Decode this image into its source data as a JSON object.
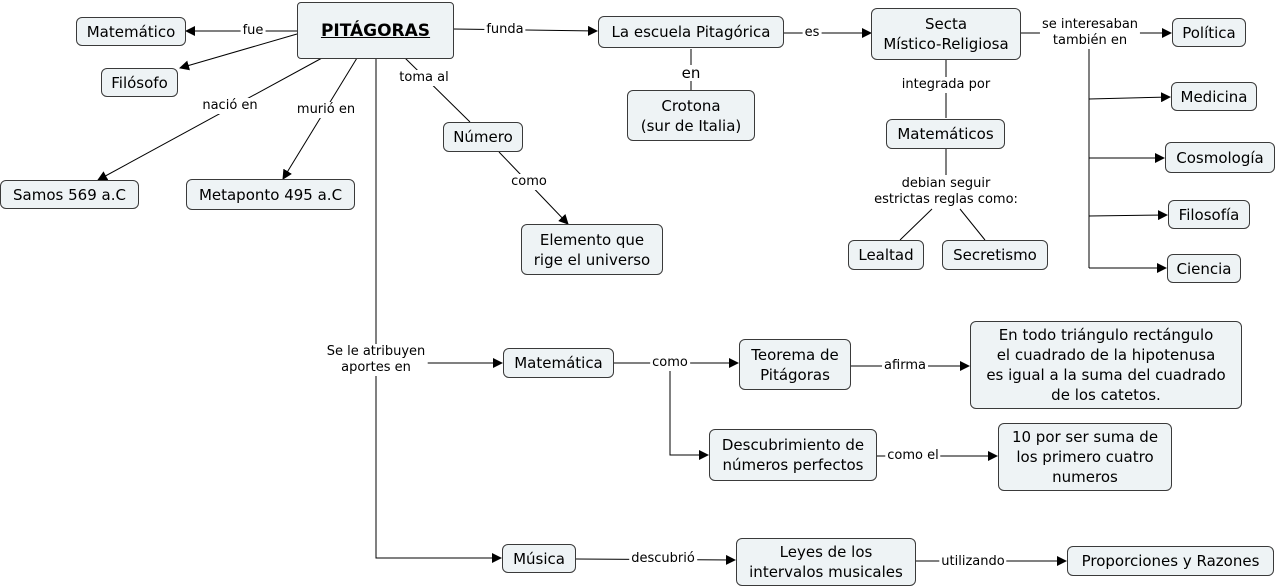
{
  "nodes": {
    "pitagoras": "PITÁGORAS",
    "matematico": "Matemático",
    "filosofo": "Filósofo",
    "samos": "Samos 569 a.C",
    "metaponto": "Metaponto 495 a.C",
    "escuela": "La escuela Pitagórica",
    "crotona": "Crotona\n(sur de Italia)",
    "secta": "Secta\nMístico-Religiosa",
    "politica": "Política",
    "medicina": "Medicina",
    "cosmologia": "Cosmología",
    "filosofia": "Filosofía",
    "ciencia": "Ciencia",
    "matematicos": "Matemáticos",
    "lealtad": "Lealtad",
    "secretismo": "Secretismo",
    "numero": "Número",
    "elemento": "Elemento que\nrige el universo",
    "matematica": "Matemática",
    "teorema": "Teorema de\nPitágoras",
    "afirmacion": "En todo triángulo rectángulo\nel cuadrado de la hipotenusa\nes igual a la suma del cuadrado\nde los catetos.",
    "descubrimiento": "Descubrimiento de\nnúmeros perfectos",
    "diez": "10 por ser suma de\nlos primero cuatro\nnumeros",
    "musica": "Música",
    "leyes": "Leyes de los\nintervalos musicales",
    "proporciones": "Proporciones y Razones"
  },
  "links": {
    "fue": "fue",
    "funda": "funda",
    "nacio_en": "nació en",
    "murio_en": "murió en",
    "toma_al": "toma al",
    "en": "en",
    "es": "es",
    "se_interesaban": "se interesaban\ntambién en",
    "integrada_por": "integrada por",
    "debian_seguir": "debian seguir\nestrictas reglas como:",
    "como_numero": "como",
    "se_le_atribuyen": "Se le atribuyen\naportes en",
    "como_mat": "como",
    "afirma": "afirma",
    "como_el": "como el",
    "descubrio": "descubrió",
    "utilizando": "utilizando"
  }
}
